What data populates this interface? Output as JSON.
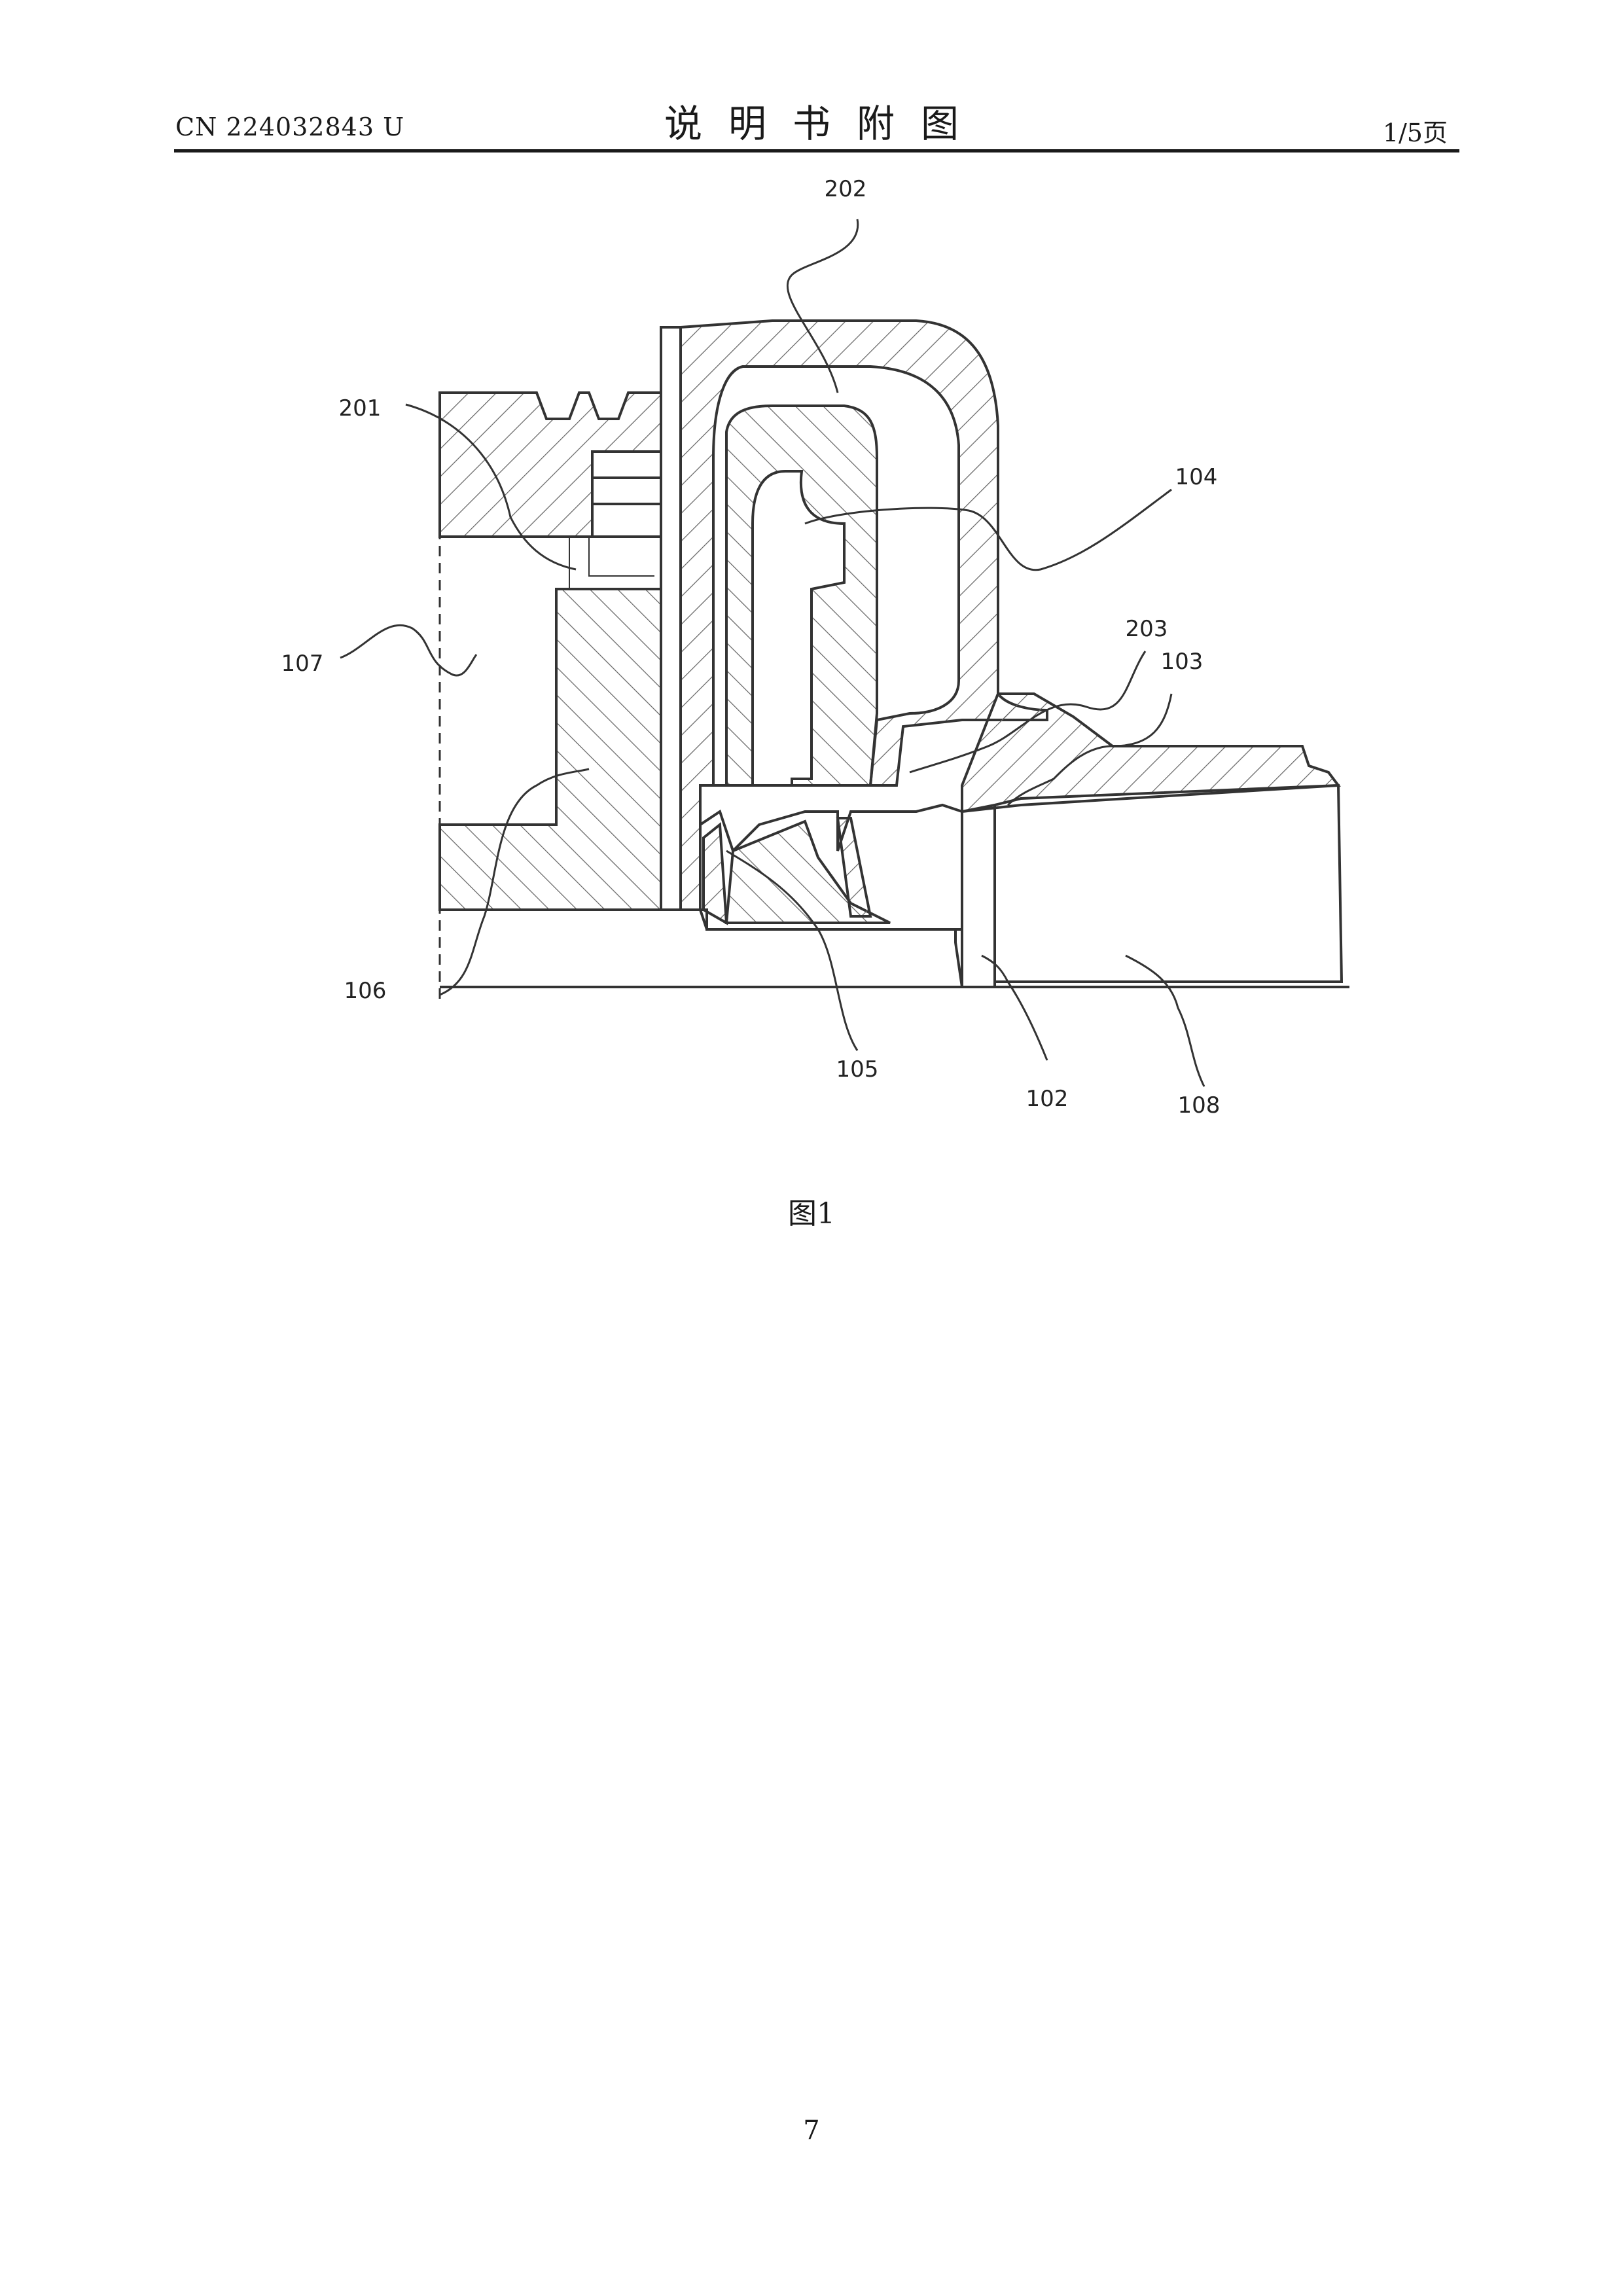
{
  "header": {
    "publication_number": "CN 224032843 U",
    "section_title": "说明书附图",
    "page_indicator": "1/5页"
  },
  "figure": {
    "caption": "图1",
    "reference_labels": {
      "r202": "202",
      "r201": "201",
      "r104": "104",
      "r107": "107",
      "r203": "203",
      "r103": "103",
      "r106": "106",
      "r105": "105",
      "r102": "102",
      "r108": "108"
    }
  },
  "footer": {
    "page_number": "7"
  }
}
